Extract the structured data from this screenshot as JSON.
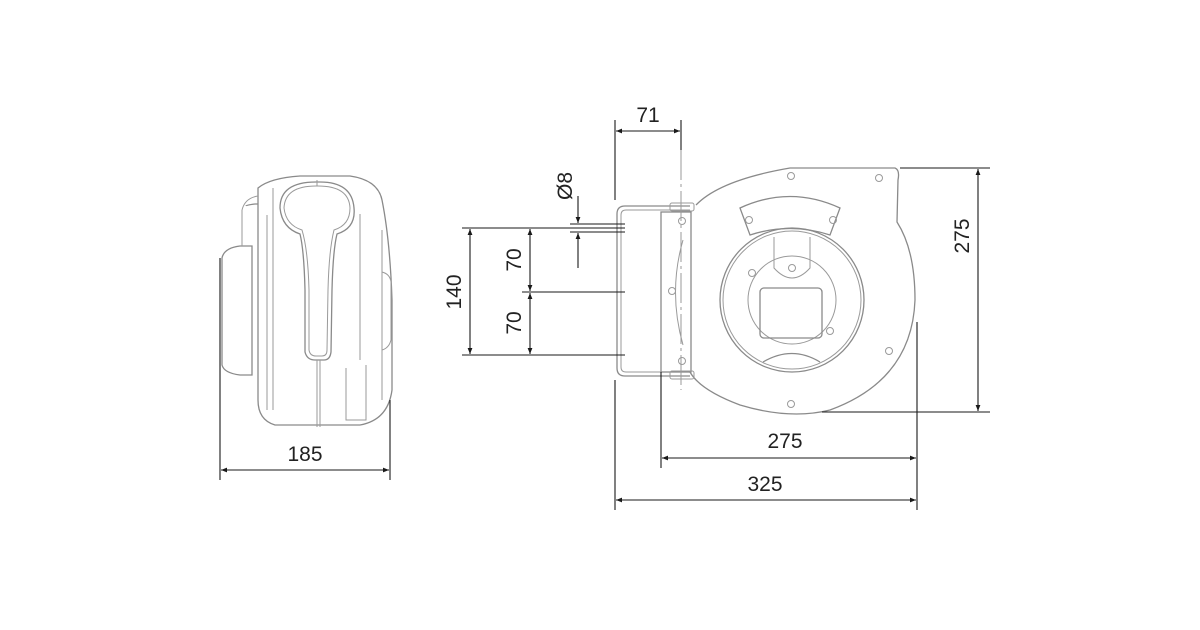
{
  "drawing": {
    "side_view": {
      "width_label": "185"
    },
    "front_view": {
      "bracket_depth_label": "71",
      "hole_diameter_label": "Ø8",
      "hole_spacing_upper_label": "70",
      "hole_spacing_lower_label": "70",
      "hole_spacing_total_label": "140",
      "height_label": "275",
      "housing_width_label": "275",
      "overall_width_label": "325"
    },
    "colors": {
      "outline": "#8a8a8a",
      "dimension": "#1a1a1a"
    }
  }
}
